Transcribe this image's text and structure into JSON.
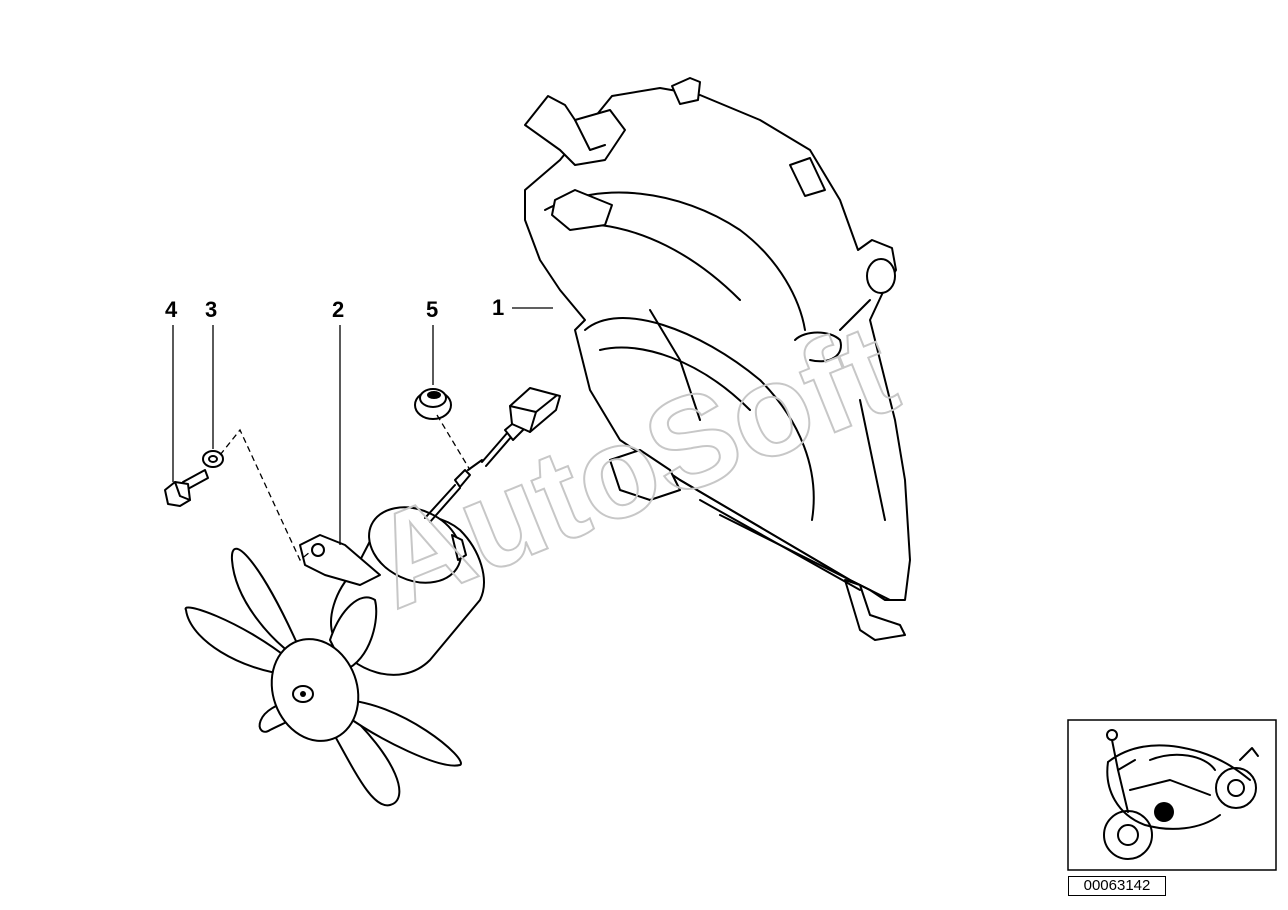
{
  "callouts": [
    {
      "id": "1",
      "label": "1"
    },
    {
      "id": "2",
      "label": "2"
    },
    {
      "id": "3",
      "label": "3"
    },
    {
      "id": "4",
      "label": "4"
    },
    {
      "id": "5",
      "label": "5"
    }
  ],
  "watermark": "AutoSoft",
  "diagram_number": "00063142",
  "colors": {
    "line": "#000000",
    "background": "#ffffff",
    "watermark": "#c7c7c7"
  }
}
